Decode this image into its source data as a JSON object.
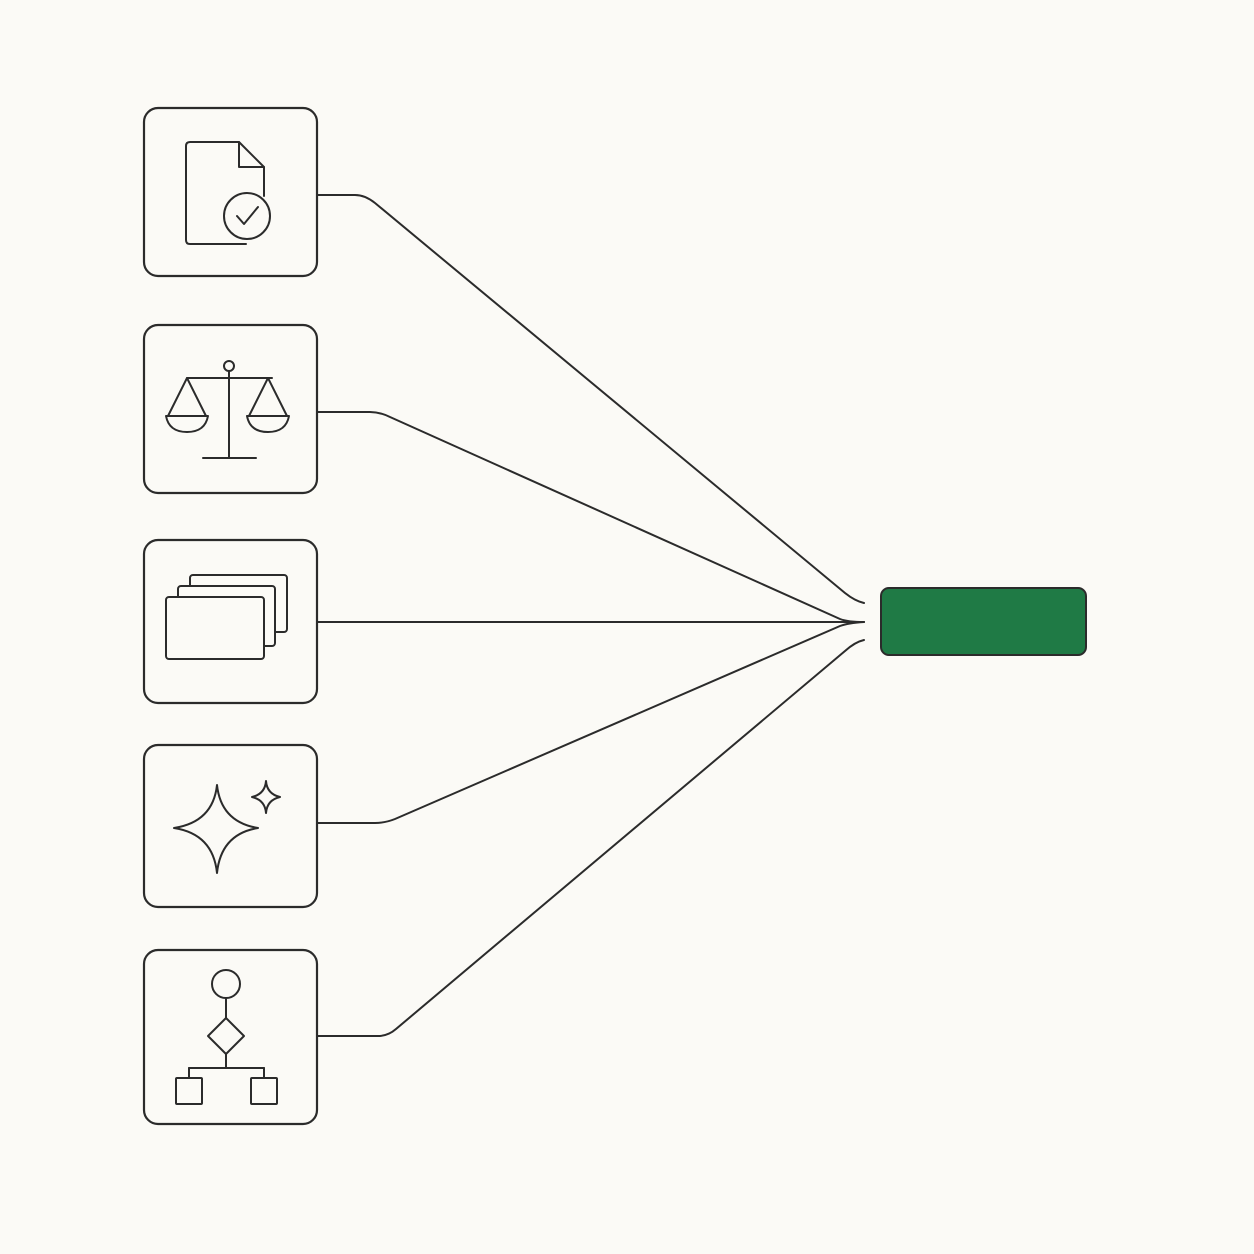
{
  "diagram": {
    "inputs": [
      {
        "id": "document",
        "icon": "document-check-icon"
      },
      {
        "id": "balance",
        "icon": "balance-scale-icon"
      },
      {
        "id": "stack",
        "icon": "stacked-cards-icon"
      },
      {
        "id": "sparkle",
        "icon": "sparkle-icon"
      },
      {
        "id": "flowchart",
        "icon": "flowchart-icon"
      }
    ],
    "output": {
      "id": "output",
      "label": "",
      "color": "#1f7a45"
    },
    "colors": {
      "background": "#fbfaf6",
      "stroke": "#2b2b2b",
      "accent": "#1f7a45"
    }
  }
}
